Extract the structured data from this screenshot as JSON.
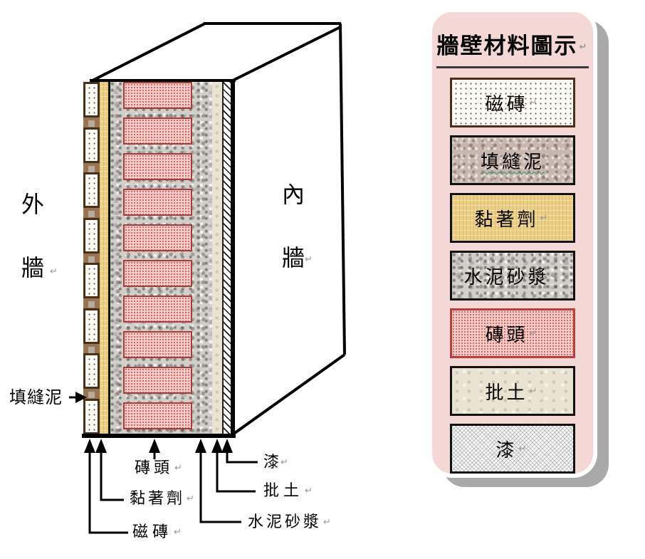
{
  "marks": {
    "return": "↵"
  },
  "colors": {
    "panel-pink": "#f3d8d6",
    "shadow-gray": "#a9a9a9",
    "tile-border-brown": "#4a3018",
    "brick-red": "#b8403c",
    "brick-pink": "#f4cdca",
    "adhesive-yellow": "#eccf86",
    "mortar-gray": "#d2cec9",
    "grout-taupe": "#c7b7af",
    "putty-cream": "#eae3d2",
    "squiggle-green": "#2f8f5f",
    "line-black": "#111111"
  },
  "diagram": {
    "labels": {
      "outer_wall": "外牆",
      "inner_wall": "內牆",
      "grout": "填縫泥",
      "brick": "磚頭",
      "adhesive": "黏著劑",
      "tile": "磁磚",
      "mortar": "水泥砂漿",
      "putty": "批土",
      "paint": "漆"
    }
  },
  "legend": {
    "title": "牆壁材料圖示",
    "items": [
      {
        "label": "磁磚",
        "pattern": "tile",
        "border": "#4a3018"
      },
      {
        "label": "填縫泥",
        "pattern": "grout",
        "border": "#111111",
        "underline": "green-wavy"
      },
      {
        "label": "黏著劑",
        "pattern": "adhesive",
        "border": "#111111"
      },
      {
        "label": "水泥砂漿",
        "pattern": "mortar",
        "border": "#111111"
      },
      {
        "label": "磚頭",
        "pattern": "brick",
        "border": "#b8403c"
      },
      {
        "label": "批土",
        "pattern": "putty",
        "border": "#111111"
      },
      {
        "label": "漆",
        "pattern": "paint",
        "border": "#111111"
      }
    ]
  }
}
